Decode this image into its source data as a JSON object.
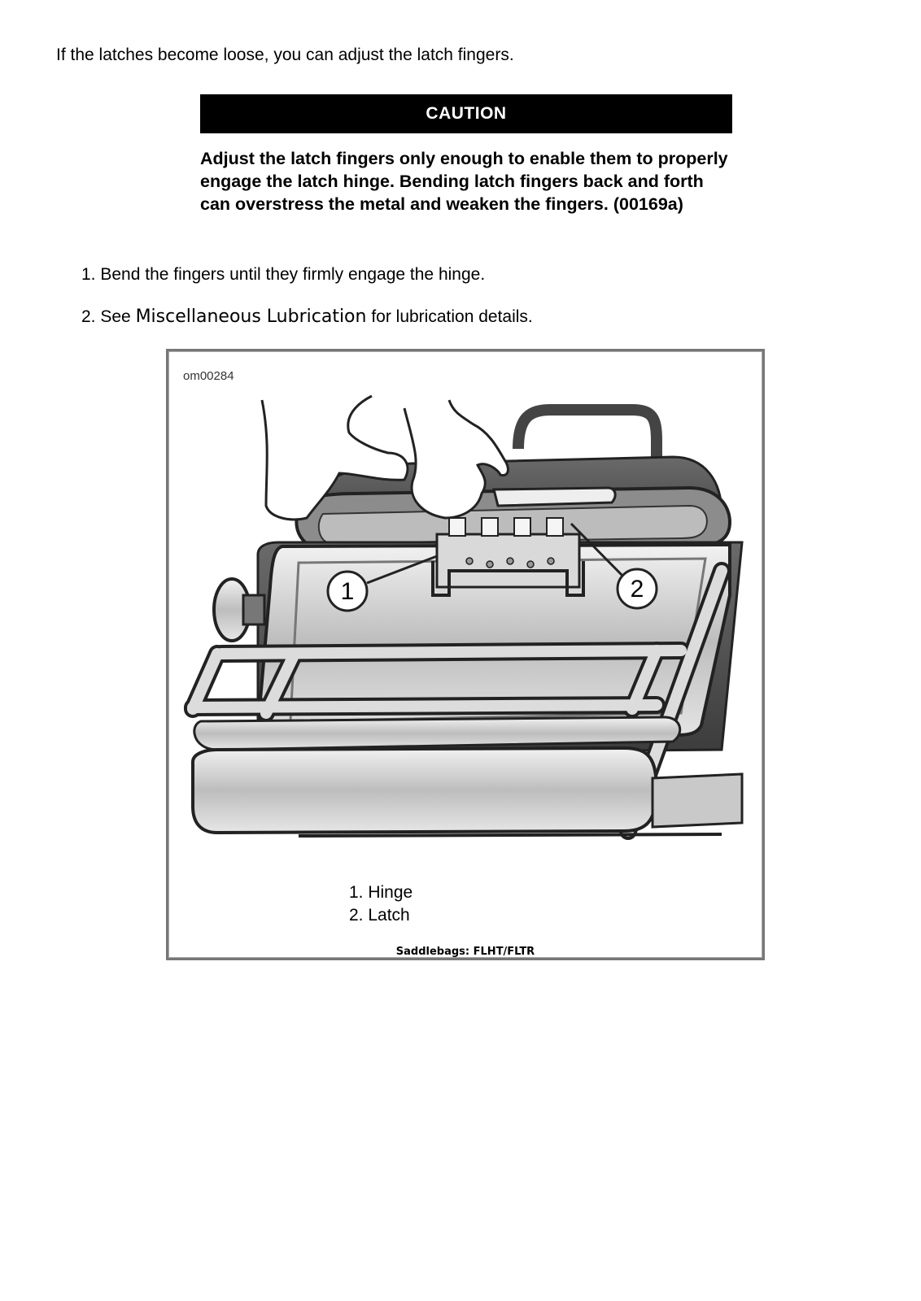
{
  "intro_text": "If the latches become loose, you can adjust the latch fingers.",
  "caution": {
    "label": "CAUTION",
    "text": "Adjust the latch fingers only enough to enable them to properly engage the latch hinge. Bending latch fingers back and forth can overstress the metal and weaken the fingers. (00169a)"
  },
  "steps": [
    {
      "number": "1.",
      "text": "Bend the fingers until they firmly engage the hinge."
    },
    {
      "number": "2.",
      "prefix": "See",
      "link": "Miscellaneous Lubrication",
      "suffix": "for lubrication details."
    }
  ],
  "figure": {
    "id": "om00284",
    "callouts": [
      "1",
      "2"
    ],
    "legend": [
      "1. Hinge",
      "2. Latch"
    ],
    "caption": "Saddlebags: FLHT/FLTR"
  }
}
